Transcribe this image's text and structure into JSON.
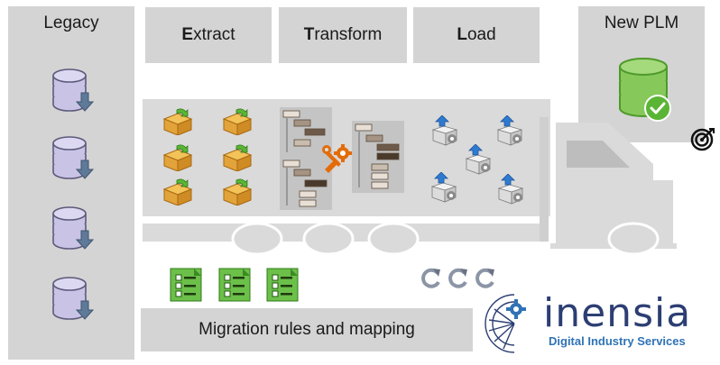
{
  "legacy": {
    "title": "Legacy",
    "db_count": 4
  },
  "new_plm": {
    "title": "New PLM"
  },
  "etl": [
    {
      "initial": "E",
      "rest": "xtract"
    },
    {
      "initial": "T",
      "rest": "ransform"
    },
    {
      "initial": "L",
      "rest": "oad"
    }
  ],
  "rules": {
    "label": "Migration rules and mapping"
  },
  "brand": {
    "name": "inensia",
    "tagline": "Digital Industry Services",
    "blue": "#2f73b6",
    "navy": "#2c3e73"
  },
  "colors": {
    "panel": "#d4d4d4",
    "truck": "#dadada",
    "db_fill": "#c9c3e6",
    "arrow": "#5f7a99",
    "green": "#5ab534",
    "box": "#e2a33a"
  },
  "icons": [
    "database-download-icon",
    "database-check-icon",
    "target-icon",
    "package-icon",
    "tree-structure-icon",
    "wrench-gear-icon",
    "upload-box-icon",
    "checklist-icon",
    "refresh-icon"
  ]
}
